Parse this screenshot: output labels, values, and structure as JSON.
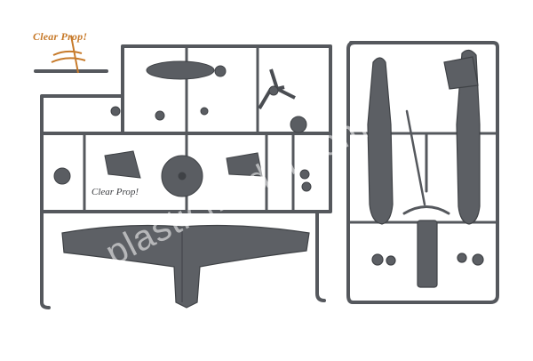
{
  "photo": {
    "subject": "Gray plastic model kit sprues with aircraft parts",
    "brand_logo_text": "Clear Prop!",
    "sprue_emboss_text": "Clear Prop!",
    "watermark_text": "plasticmodel.com"
  },
  "colors": {
    "background": "#ffffff",
    "plastic": "#5a5d62",
    "plastic_dark": "#3f4246",
    "plastic_light": "#7b7f85",
    "logo_orange": "#c77a2a"
  }
}
